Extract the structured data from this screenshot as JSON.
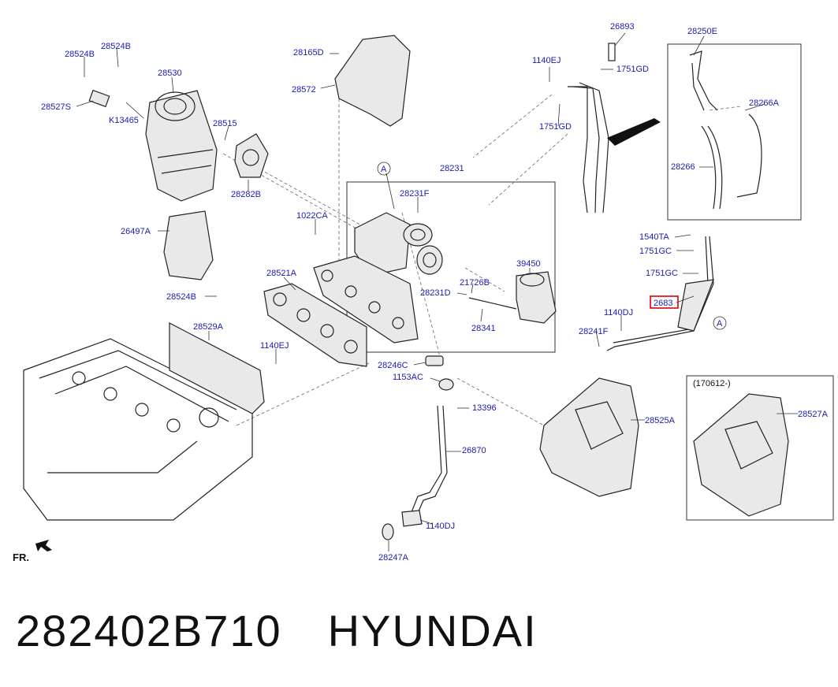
{
  "labels": {
    "l28524B_a": "28524B",
    "l28524B_b": "28524B",
    "l28530": "28530",
    "l28527S": "28527S",
    "lK13465": "K13465",
    "l28515": "28515",
    "l28282B": "28282B",
    "l26497A": "26497A",
    "l28524B_c": "28524B",
    "l28529A": "28529A",
    "l1140EJ_a": "1140EJ",
    "l28165D": "28165D",
    "l28572": "28572",
    "lA_top": "A",
    "l28231": "28231",
    "l28231F": "28231F",
    "l1022CA": "1022CA",
    "l28521A": "28521A",
    "l39450": "39450",
    "l21726B": "21726B",
    "l28231D": "28231D",
    "l28341": "28341",
    "l28246C": "28246C",
    "l1153AC": "1153AC",
    "l13396": "13396",
    "l26870": "26870",
    "l1140DJ_a": "1140DJ",
    "l28247A": "28247A",
    "l26893": "26893",
    "l1140EJ_b": "1140EJ",
    "l1751GD_a": "1751GD",
    "l1751GD_b": "1751GD",
    "l28250E": "28250E",
    "l28266A": "28266A",
    "l28266": "28266",
    "l1540TA": "1540TA",
    "l1751GC_a": "1751GC",
    "l1751GC_b": "1751GC",
    "l2683": "2683",
    "l1140DJ_b": "1140DJ",
    "l28241F": "28241F",
    "lA_right": "A",
    "l28525A": "28525A",
    "l170612": "(170612-)",
    "l28527A": "28527A",
    "fr": "FR."
  },
  "caption": {
    "part_number": "282402B710",
    "brand": "HYUNDAI"
  },
  "colors": {
    "label": "#1b1bb0",
    "highlight": "#e00000",
    "line": "#222222"
  }
}
